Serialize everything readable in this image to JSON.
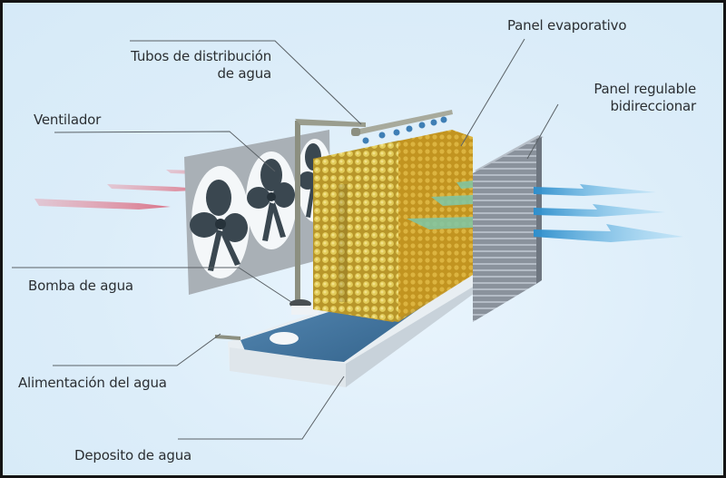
{
  "diagram": {
    "title": "",
    "language": "es",
    "subject": "Evaporative cooler components",
    "labels": {
      "tubos": [
        "Tubos de distribución",
        "de agua"
      ],
      "panel_evaporativo": "Panel evaporativo",
      "panel_regulable": [
        "Panel regulable",
        "bidireccionar"
      ],
      "ventilador": "Ventilador",
      "bomba": "Bomba de agua",
      "alimentacion": "Alimentación del agua",
      "deposito": "Deposito de agua"
    },
    "components": [
      {
        "id": "fans",
        "name": "Ventilador",
        "count": 3,
        "icon": "fan-icon"
      },
      {
        "id": "pipes",
        "name": "Tubos de distribución de agua",
        "icon": "pipe-icon"
      },
      {
        "id": "evap-pad",
        "name": "Panel evaporativo",
        "icon": "honeycomb-pad"
      },
      {
        "id": "louver",
        "name": "Panel regulable bidireccionar",
        "icon": "louver-panel"
      },
      {
        "id": "pump",
        "name": "Bomba de agua",
        "icon": "pump-icon"
      },
      {
        "id": "inlet",
        "name": "Alimentación del agua",
        "icon": "inlet-pipe"
      },
      {
        "id": "tank",
        "name": "Deposito de agua",
        "icon": "water-tank"
      }
    ],
    "airflow": {
      "hot_air_color": "#e38a9c",
      "cool_air_color": "#4aa8dc",
      "hot_arrows": 3,
      "cool_arrows": 3
    },
    "colors": {
      "background": "#dcedf9",
      "border": "#141414",
      "pad_yellow": "#c9a93a",
      "water_blue": "#3d6f98",
      "fan_panel": "#a9b0b6",
      "louver_gray": "#7d8590",
      "leader_line": "#555b60",
      "text": "#2b2f33"
    }
  }
}
